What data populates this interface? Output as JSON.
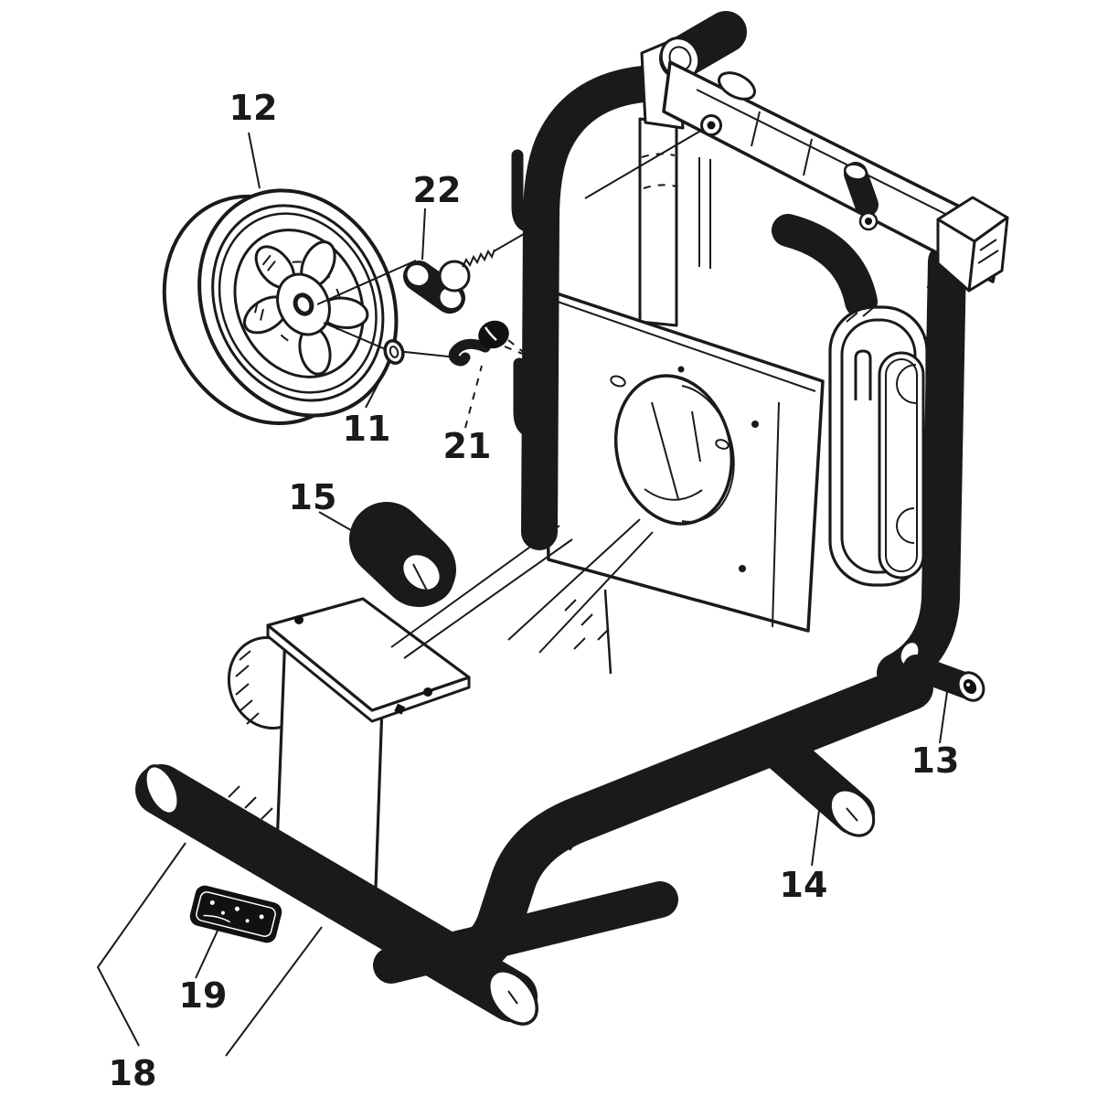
{
  "figure": {
    "type": "exploded-parts-diagram",
    "background_color": "#ffffff",
    "line_color": "#1a1a1a",
    "label_plate_color": "#111111"
  },
  "callouts": [
    {
      "id": "c12",
      "label": "12"
    },
    {
      "id": "c22",
      "label": "22"
    },
    {
      "id": "c11",
      "label": "11"
    },
    {
      "id": "c21",
      "label": "21"
    },
    {
      "id": "c15",
      "label": "15"
    },
    {
      "id": "c13",
      "label": "13"
    },
    {
      "id": "c14",
      "label": "14"
    },
    {
      "id": "c19",
      "label": "19"
    },
    {
      "id": "c18",
      "label": "18"
    }
  ]
}
